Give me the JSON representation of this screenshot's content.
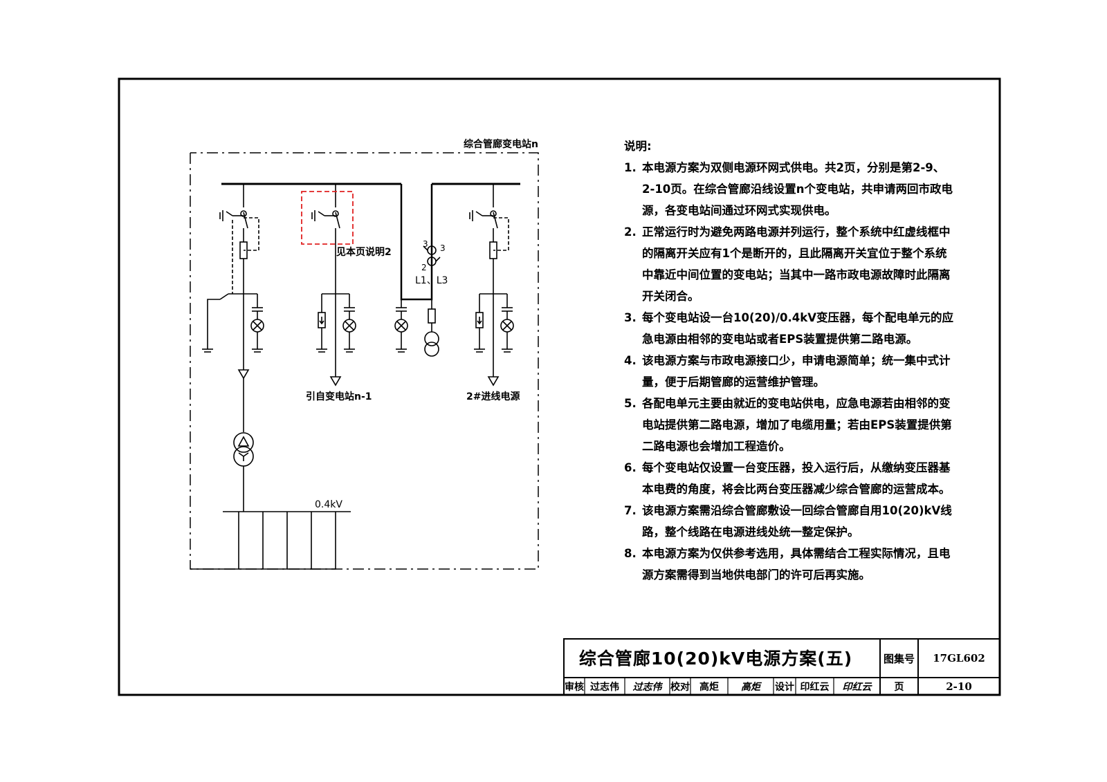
{
  "diagram": {
    "station_label": "综合管廊变电站n",
    "note_ref": "见本页说明2",
    "source_left": "引自变电站n-1",
    "source_right": "2#进线电源",
    "ct_labels": "L1、L3",
    "ct_pin_3a": "3",
    "ct_pin_3b": "3",
    "ct_pin_2": "2",
    "low_voltage": "0.4kV"
  },
  "notes": {
    "title": "说明:",
    "items": [
      {
        "num": "1.",
        "text": "本电源方案为双侧电源环网式供电。共2页，分别是第2-9、2-10页。在综合管廊沿线设置n个变电站，共申请两回市政电源，各变电站间通过环网式实现供电。"
      },
      {
        "num": "2.",
        "text": "正常运行时为避免两路电源并列运行，整个系统中红虚线框中的隔离开关应有1个是断开的，且此隔离开关宜位于整个系统中靠近中间位置的变电站；当其中一路市政电源故障时此隔离开关闭合。"
      },
      {
        "num": "3.",
        "text": "每个变电站设一台10(20)/0.4kV变压器，每个配电单元的应急电源由相邻的变电站或者EPS装置提供第二路电源。"
      },
      {
        "num": "4.",
        "text": "该电源方案与市政电源接口少，申请电源简单；统一集中式计量，便于后期管廊的运营维护管理。"
      },
      {
        "num": "5.",
        "text": "各配电单元主要由就近的变电站供电，应急电源若由相邻的变电站提供第二路电源，增加了电缆用量；若由EPS装置提供第二路电源也会增加工程造价。"
      },
      {
        "num": "6.",
        "text": "每个变电站仅设置一台变压器，投入运行后，从缴纳变压器基本电费的角度，将会比两台变压器减少综合管廊的运营成本。"
      },
      {
        "num": "7.",
        "text": "该电源方案需沿综合管廊敷设一回综合管廊自用10(20)kV线路，整个线路在电源进线处统一整定保护。"
      },
      {
        "num": "8.",
        "text": "本电源方案为仅供参考选用，具体需结合工程实际情况，且电源方案需得到当地供电部门的许可后再实施。"
      }
    ]
  },
  "title_block": {
    "title": "综合管廊10(20)kV电源方案(五)",
    "atlas_label": "图集号",
    "atlas_no": "17GL602",
    "review_label": "审核",
    "reviewer": "过志伟",
    "reviewer_sig": "过志伟",
    "check_label": "校对",
    "checker": "高炬",
    "checker_sig": "高炬",
    "design_label": "设计",
    "designer": "印红云",
    "designer_sig": "印红云",
    "page_label": "页",
    "page_no": "2-10"
  },
  "colors": {
    "line": "#000000",
    "highlight_box": "#e02020"
  }
}
